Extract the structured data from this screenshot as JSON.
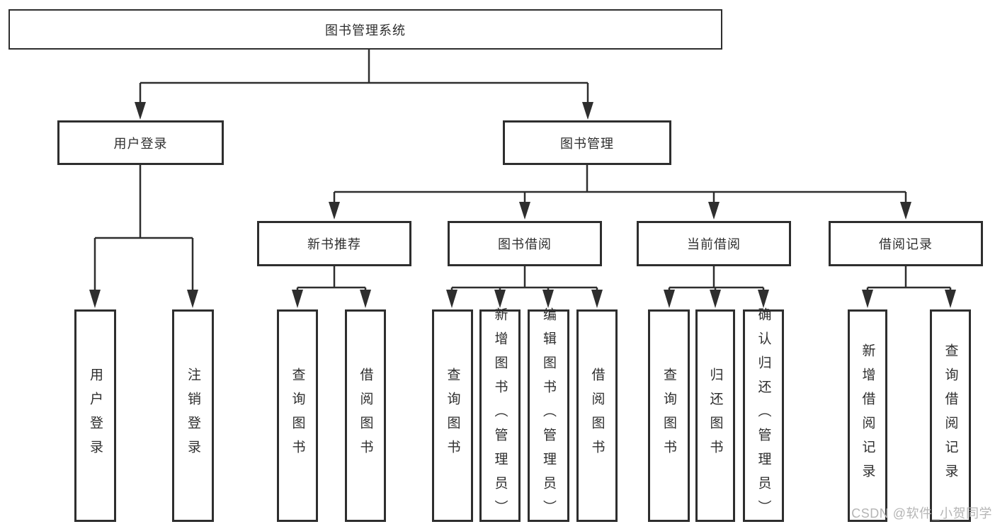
{
  "tree": {
    "label": "图书管理系统",
    "children": [
      {
        "label": "用户登录",
        "children": [
          {
            "label": "用户登录"
          },
          {
            "label": "注销登录"
          }
        ]
      },
      {
        "label": "图书管理",
        "children": [
          {
            "label": "新书推荐",
            "children": [
              {
                "label": "查询图书"
              },
              {
                "label": "借阅图书"
              }
            ]
          },
          {
            "label": "图书借阅",
            "children": [
              {
                "label": "查询图书"
              },
              {
                "label": "新增图书（管理员）"
              },
              {
                "label": "编辑图书（管理员）"
              },
              {
                "label": "借阅图书"
              }
            ]
          },
          {
            "label": "当前借阅",
            "children": [
              {
                "label": "查询图书"
              },
              {
                "label": "归还图书"
              },
              {
                "label": "确认归还（管理员）"
              }
            ]
          },
          {
            "label": "借阅记录",
            "children": [
              {
                "label": "新增借阅记录"
              },
              {
                "label": "查询借阅记录"
              }
            ]
          }
        ]
      }
    ]
  },
  "watermark": {
    "text": "CSDN @软件_小贺同学",
    "color": "#b5b5b5"
  },
  "colors": {
    "line": "#2e2e2e",
    "box_border": "#2e2e2e",
    "text": "#2e2e2e",
    "background": "#ffffff"
  }
}
